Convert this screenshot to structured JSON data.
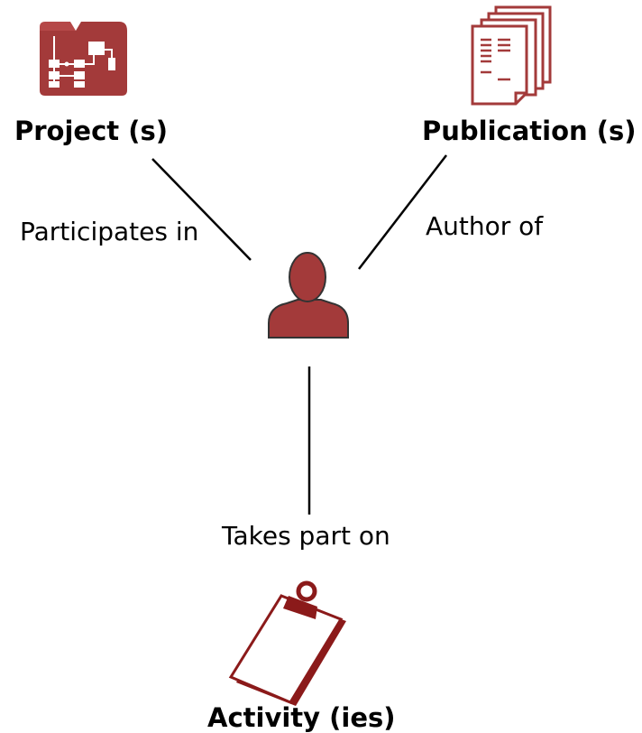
{
  "colors": {
    "icon_fill": "#a33a3a",
    "icon_dark": "#8b1a1a",
    "line": "#000000",
    "background": "#ffffff"
  },
  "nodes": {
    "project": {
      "title": "Project (s)",
      "icon": "project-folder-icon"
    },
    "publication": {
      "title": "Publication (s)",
      "icon": "document-stack-icon"
    },
    "person": {
      "icon": "person-icon"
    },
    "activity": {
      "title": "Activity (ies)",
      "icon": "clipboard-icon"
    }
  },
  "relations": {
    "participates": "Participates in",
    "author": "Author of",
    "takes_part": "Takes part on"
  }
}
